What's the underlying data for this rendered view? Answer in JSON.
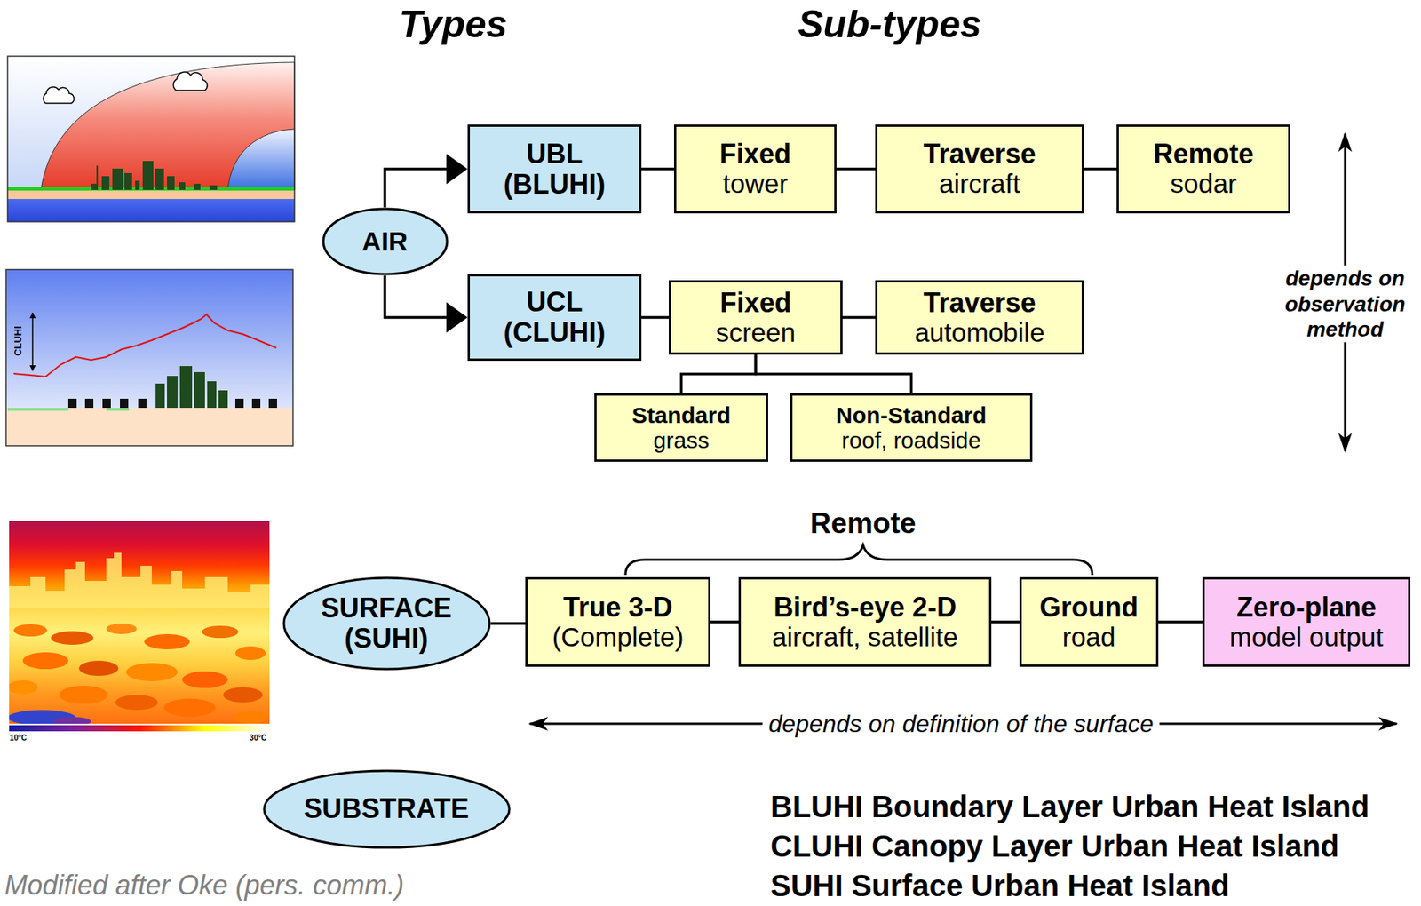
{
  "diagram": {
    "nodes": [
      {
        "text": [
          "AIR"
        ]
      },
      {
        "text": [
          "UBL (BLUHI)"
        ]
      },
      {
        "text": [
          "Fixed",
          "tower"
        ]
      },
      {
        "text": [
          "Traverse",
          "aircraft"
        ]
      },
      {
        "text": [
          "Remote",
          "sodar"
        ]
      },
      {
        "text": [
          "UCL (CLUHI)"
        ]
      },
      {
        "text": [
          "Fixed",
          "screen"
        ]
      },
      {
        "text": [
          "Traverse",
          "automobile"
        ]
      },
      {
        "text": [
          "Standard",
          "grass"
        ]
      },
      {
        "text": [
          "Non-Standard",
          "roof, roadside"
        ]
      },
      {
        "text": [
          "SURFACE (SUHI)"
        ]
      },
      {
        "text": [
          "True 3-D",
          "(Complete)"
        ]
      },
      {
        "text": [
          "Bird’s-eye 2-D",
          "aircraft, satellite"
        ]
      },
      {
        "text": [
          "Ground",
          "road"
        ]
      },
      {
        "text": [
          "Zero-plane",
          "model output"
        ]
      },
      {
        "text": [
          "SUBSTRATE"
        ]
      }
    ],
    "edges": [
      {
        "from": 0,
        "to": 1,
        "arrow": "to"
      },
      {
        "from": 0,
        "to": 5,
        "arrow": "to"
      },
      {
        "from": 1,
        "to": 2,
        "arrow": "none"
      },
      {
        "from": 2,
        "to": 3,
        "arrow": "none"
      },
      {
        "from": 3,
        "to": 4,
        "arrow": "none"
      },
      {
        "from": 5,
        "to": 6,
        "arrow": "none"
      },
      {
        "from": 6,
        "to": 7,
        "arrow": "none"
      },
      {
        "from": 6,
        "to": 8,
        "arrow": "none"
      },
      {
        "from": 6,
        "to": 9,
        "arrow": "none"
      },
      {
        "from": 10,
        "to": 11,
        "arrow": "none"
      },
      {
        "from": 11,
        "to": 12,
        "arrow": "none"
      },
      {
        "from": 12,
        "to": 13,
        "arrow": "none"
      },
      {
        "from": 13,
        "to": 14,
        "arrow": "none"
      }
    ],
    "labels": [
      "Types",
      "Sub-types",
      "CLUHI",
      "10°C",
      "30°C",
      "Remote",
      "depends on observation method",
      "depends on definition of the surface",
      "Modified after Oke (pers. comm.)",
      "BLUHI Boundary Layer Urban Heat Island",
      "CLUHI Canopy Layer Urban Heat Island",
      "SUHI Surface Urban Heat Island"
    ]
  }
}
